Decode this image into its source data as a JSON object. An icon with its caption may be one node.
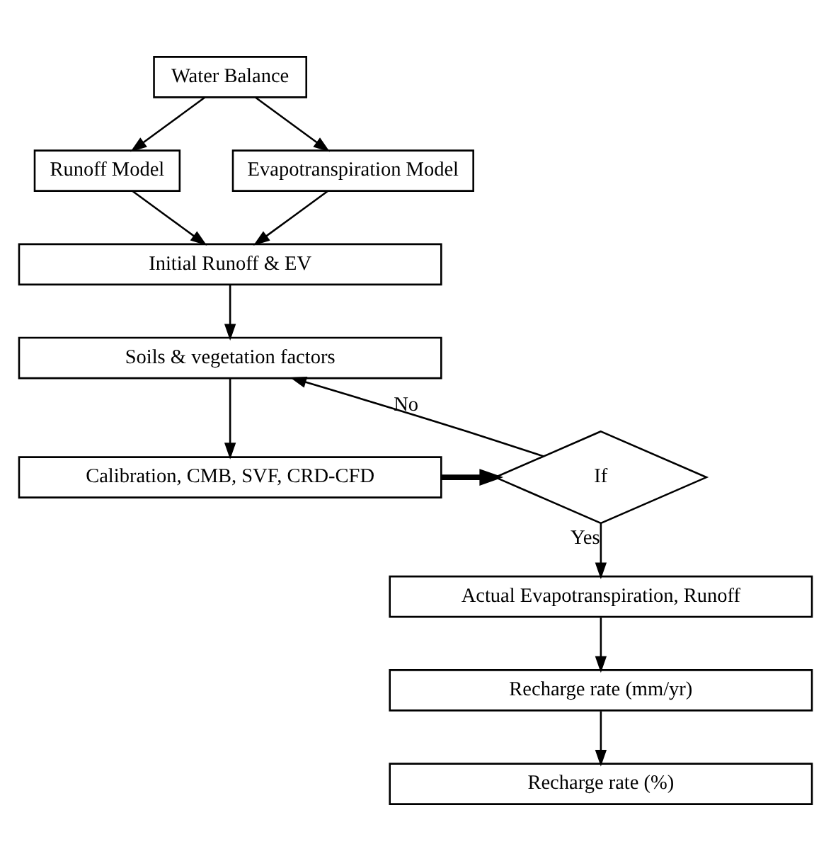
{
  "diagram": {
    "nodes": [
      {
        "text": [
          "Water Balance"
        ]
      },
      {
        "text": [
          "Runoff Model"
        ]
      },
      {
        "text": [
          "Evapotranspiration Model"
        ]
      },
      {
        "text": [
          "Initial Runoff & EV"
        ]
      },
      {
        "text": [
          "Soils & vegetation factors"
        ]
      },
      {
        "text": [
          "Calibration, CMB, SVF, CRD-CFD"
        ]
      },
      {
        "text": [
          "If"
        ]
      },
      {
        "text": [
          "Actual Evapotranspiration, Runoff"
        ]
      },
      {
        "text": [
          "Recharge rate (mm/yr)"
        ]
      },
      {
        "text": [
          "Recharge rate (%)"
        ]
      }
    ],
    "edges": [
      {
        "from": 0,
        "to": 1,
        "arrow": "to"
      },
      {
        "from": 0,
        "to": 2,
        "arrow": "to"
      },
      {
        "from": 1,
        "to": 3,
        "arrow": "to"
      },
      {
        "from": 2,
        "to": 3,
        "arrow": "to"
      },
      {
        "from": 3,
        "to": 4,
        "arrow": "to"
      },
      {
        "from": 4,
        "to": 5,
        "arrow": "to"
      },
      {
        "from": 5,
        "to": 6,
        "arrow": "to",
        "style": "thick"
      },
      {
        "from": 6,
        "to": 4,
        "arrow": "to",
        "label": "No"
      },
      {
        "from": 6,
        "to": 7,
        "arrow": "to",
        "label": "Yes"
      },
      {
        "from": 7,
        "to": 8,
        "arrow": "to"
      },
      {
        "from": 8,
        "to": 9,
        "arrow": "to"
      }
    ]
  }
}
